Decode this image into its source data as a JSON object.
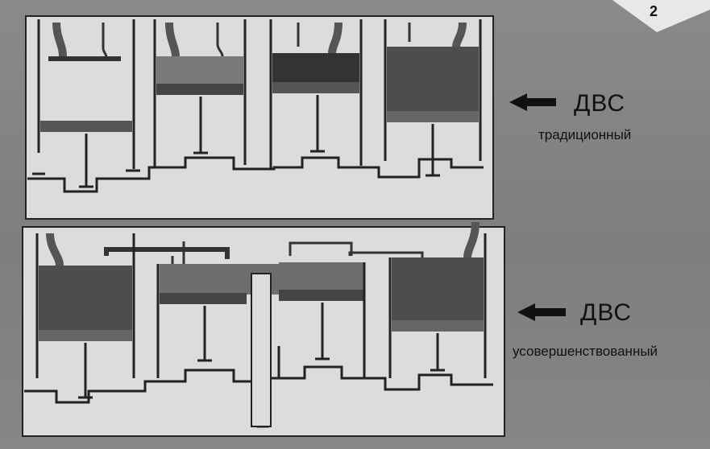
{
  "page_badge": "2",
  "panels": [
    {
      "title": "ДВС",
      "subtitle": "традиционный"
    },
    {
      "title": "ДВС",
      "subtitle": "усовершенствованный"
    }
  ]
}
